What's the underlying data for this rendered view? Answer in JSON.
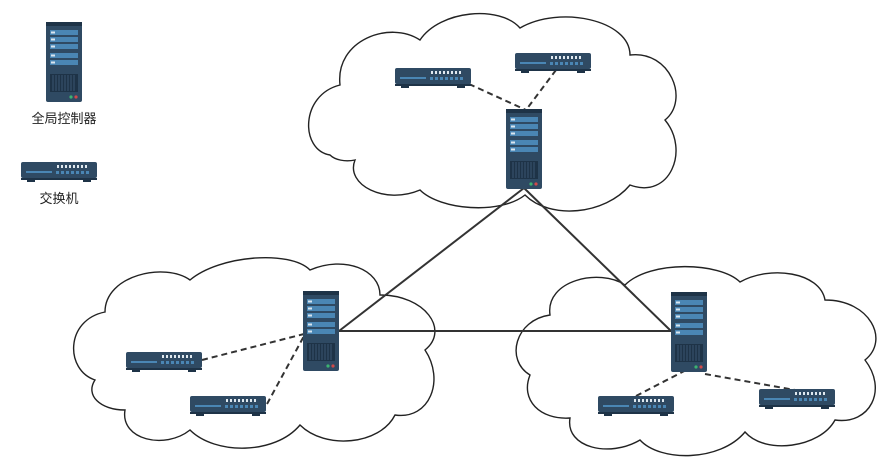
{
  "legend": {
    "controller_label": "全局控制器",
    "switch_label": "交换机"
  },
  "colors": {
    "device_body": "#2f4a63",
    "device_dark": "#1e3347",
    "device_panel": "#4a86b4",
    "led_green": "#3cb371",
    "led_red": "#d04a4a",
    "link": "#333333",
    "cloud_stroke": "#222222"
  },
  "topology": {
    "domains": [
      {
        "id": "top",
        "controller": "controller-top",
        "switches": [
          "switch-top-left",
          "switch-top-right"
        ]
      },
      {
        "id": "left",
        "controller": "controller-left",
        "switches": [
          "switch-left-1",
          "switch-left-2"
        ]
      },
      {
        "id": "right",
        "controller": "controller-right",
        "switches": [
          "switch-right-1",
          "switch-right-2"
        ]
      }
    ],
    "controller_links": [
      [
        "controller-top",
        "controller-left"
      ],
      [
        "controller-top",
        "controller-right"
      ],
      [
        "controller-left",
        "controller-right"
      ]
    ]
  }
}
